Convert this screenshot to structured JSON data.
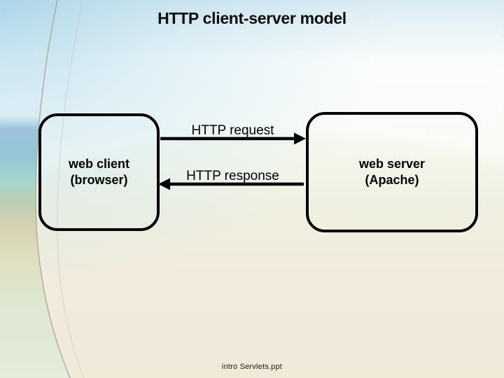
{
  "slide": {
    "title": "HTTP client-server model",
    "footer": "intro Servlets.ppt"
  },
  "diagram": {
    "client_box": {
      "label": "web client\n(browser)"
    },
    "server_box": {
      "label": "web server\n(Apache)"
    },
    "request_arrow": {
      "label": "HTTP request",
      "direction": "right"
    },
    "response_arrow": {
      "label": "HTTP response",
      "direction": "left"
    }
  },
  "colors": {
    "ink": "#000000",
    "bg_top_blue": "#cfe8f2",
    "bg_cream": "#f0e9da",
    "band_blue": "#9ec2dd",
    "band_teal": "#a3d6cf",
    "band_beige": "#d6d2b3",
    "band_green": "#e4ecda"
  }
}
